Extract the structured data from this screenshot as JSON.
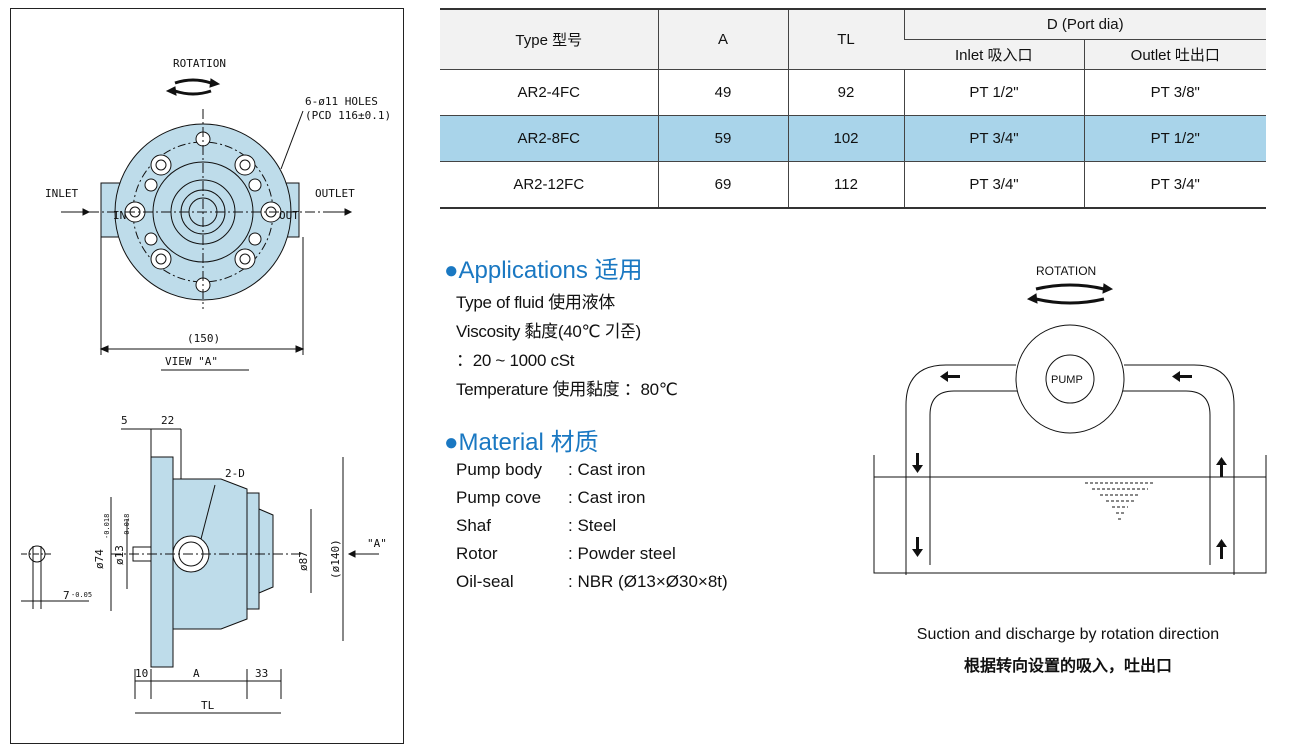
{
  "drawing": {
    "rotation_label": "ROTATION",
    "holes_label": "6-ø11 HOLES",
    "pcd_label": "(PCD 116±0.1)",
    "inlet_label": "INLET",
    "outlet_label": "OUTLET",
    "in_mark": "IN",
    "out_mark": "OUT",
    "width_dim": "(150)",
    "view_label": "VIEW \"A\"",
    "dim_5": "5",
    "dim_22": "22",
    "dim_2d": "2-D",
    "dim_74": "ø74",
    "dim_74_tol": "-0.018",
    "dim_13": "ø13",
    "dim_13_tol": "-0.018",
    "dim_87": "ø87",
    "dim_140": "(ø140)",
    "dim_7": "7",
    "dim_7_tol": "-0.05",
    "dim_10": "10",
    "dim_a": "A",
    "dim_33": "33",
    "dim_tl": "TL",
    "view_arrow": "\"A\""
  },
  "table": {
    "headers": {
      "type": "Type 型号",
      "a": "A",
      "tl": "TL",
      "d": "D (Port dia)",
      "inlet": "Inlet 吸入口",
      "outlet": "Outlet 吐出口"
    },
    "rows": [
      {
        "type": "AR2-4FC",
        "a": "49",
        "tl": "92",
        "inlet": "PT 1/2\"",
        "outlet": "PT 3/8\""
      },
      {
        "type": "AR2-8FC",
        "a": "59",
        "tl": "102",
        "inlet": "PT 3/4\"",
        "outlet": "PT 1/2\""
      },
      {
        "type": "AR2-12FC",
        "a": "69",
        "tl": "112",
        "inlet": "PT 3/4\"",
        "outlet": "PT 3/4\""
      }
    ],
    "highlight_color": "#a9d4ea"
  },
  "applications": {
    "title": "●Applications 适用",
    "lines": [
      "Type of fluid 使用液体",
      "Viscosity 黏度(40℃ 기준)",
      "：20 ~ 1000 cSt",
      "Temperature 使用黏度 ：80℃"
    ]
  },
  "material": {
    "title": "●Material 材质",
    "rows": [
      {
        "key": "Pump body",
        "value": ": Cast iron"
      },
      {
        "key": "Pump cove",
        "value": ": Cast iron"
      },
      {
        "key": "Shaf",
        "value": ": Steel"
      },
      {
        "key": "Rotor",
        "value": ": Powder steel"
      },
      {
        "key": "Oil-seal",
        "value": ": NBR (Ø13×Ø30×8t)"
      }
    ]
  },
  "schematic": {
    "rotation_label": "ROTATION",
    "pump_label": "PUMP",
    "caption_en": "Suction and discharge by rotation direction",
    "caption_cn": "根据转向设置的吸入，吐出口"
  },
  "colors": {
    "accent": "#1a78c2",
    "pump_body": "#bedcea"
  }
}
